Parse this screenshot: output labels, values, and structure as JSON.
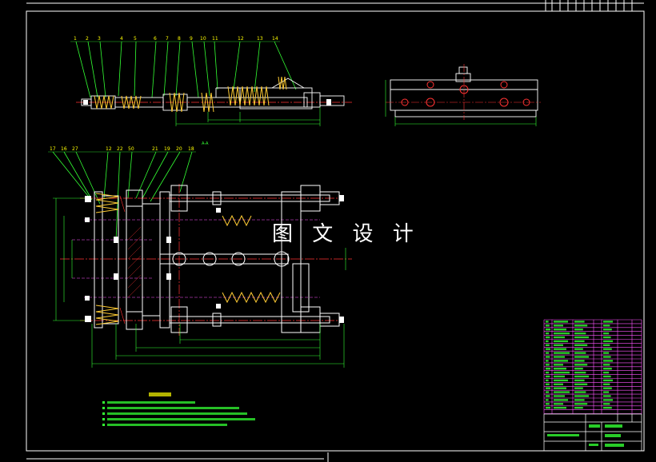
{
  "colors": {
    "background": "#000000",
    "frame": "#ffffff",
    "part": "#ffffff",
    "centerline": "#ff3333",
    "dimension": "#33ff33",
    "hidden": "#ff55ff",
    "spring": "#ffcc33",
    "bolt": "#ffffff",
    "label": "#ffff00",
    "table_text": "#33ff33",
    "table_line": "#ff55ff",
    "watermark": "#ffffff"
  },
  "watermark": "图 文 设 计",
  "top_view_balloons": [
    "1",
    "2",
    "3",
    "4",
    "5",
    "6",
    "7",
    "8",
    "9",
    "10",
    "11",
    "12",
    "13",
    "14"
  ],
  "main_view_balloons": [
    "17",
    "16",
    "27",
    "12",
    "22",
    "50",
    "21",
    "19",
    "20",
    "18"
  ],
  "section_mark": "A-A",
  "drawing_icons": {
    "spring": "coil-spring-icon",
    "bolt": "hex-bolt-icon",
    "nut": "hex-nut-icon"
  }
}
